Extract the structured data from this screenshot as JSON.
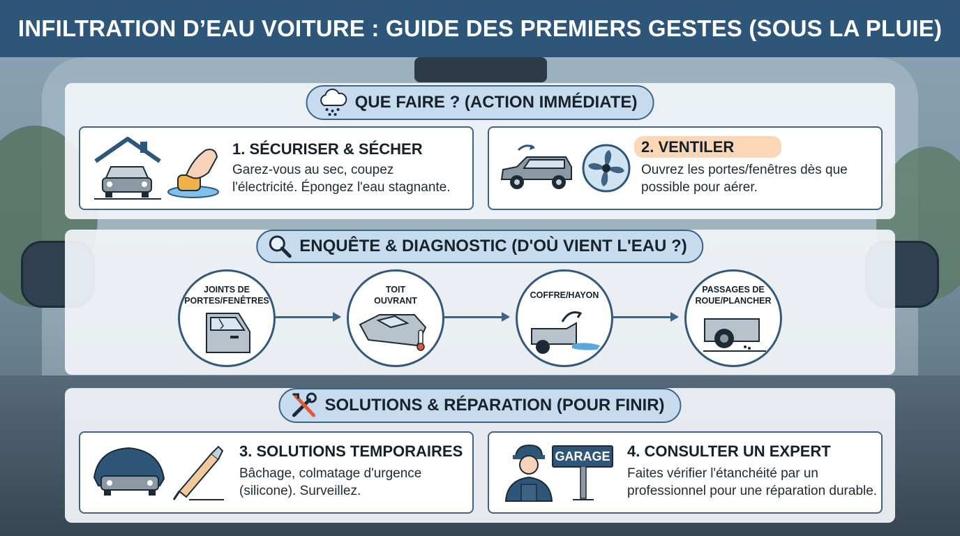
{
  "title": "INFILTRATION D’EAU VOITURE : GUIDE DES PREMIERS GESTES (SOUS LA PLUIE)",
  "section_action": {
    "heading": "QUE FAIRE ? (ACTION IMMÉDIATE)",
    "icon": "rain-cloud-icon",
    "cards": [
      {
        "title": "1. SÉCURISER & SÉCHER",
        "desc_line1": "Garez-vous au sec, coupez",
        "desc_line2": "l'électricité. Épongez l'eau stagnante."
      },
      {
        "title": "2. VENTILER",
        "desc_line1": "Ouvrez les portes/fenêtres dès que",
        "desc_line2": "possible pour aérer.",
        "highlight_color": "#fbd7b5"
      }
    ]
  },
  "section_diagnostic": {
    "heading": "ENQUÊTE & DIAGNOSTIC (D'OÙ VIENT L'EAU ?)",
    "icon": "magnifier-icon",
    "steps": [
      {
        "line1": "JOINTS DE",
        "line2": "PORTES/FENÊTRES"
      },
      {
        "line1": "TOIT",
        "line2": "OUVRANT"
      },
      {
        "line1": "COFFRE/HAYON",
        "line2": ""
      },
      {
        "line1": "PASSAGES DE",
        "line2": "ROUE/PLANCHER"
      }
    ]
  },
  "section_solutions": {
    "heading": "SOLUTIONS & RÉPARATION (POUR FINIR)",
    "icon": "tools-icon",
    "cards": [
      {
        "title": "3. SOLUTIONS TEMPORAIRES",
        "desc_line1": "Bâchage, colmatage d'urgence",
        "desc_line2": "(silicone). Surveillez."
      },
      {
        "title": "4. CONSULTER UN EXPERT",
        "desc_line1": "Faites vérifier l'étanchéité par un",
        "desc_line2": "professionnel pour une réparation durable.",
        "sign": "GARAGE"
      }
    ]
  },
  "colors": {
    "header": "#2e5679",
    "accent": "#3d6485",
    "pill": "#c6dbee"
  }
}
